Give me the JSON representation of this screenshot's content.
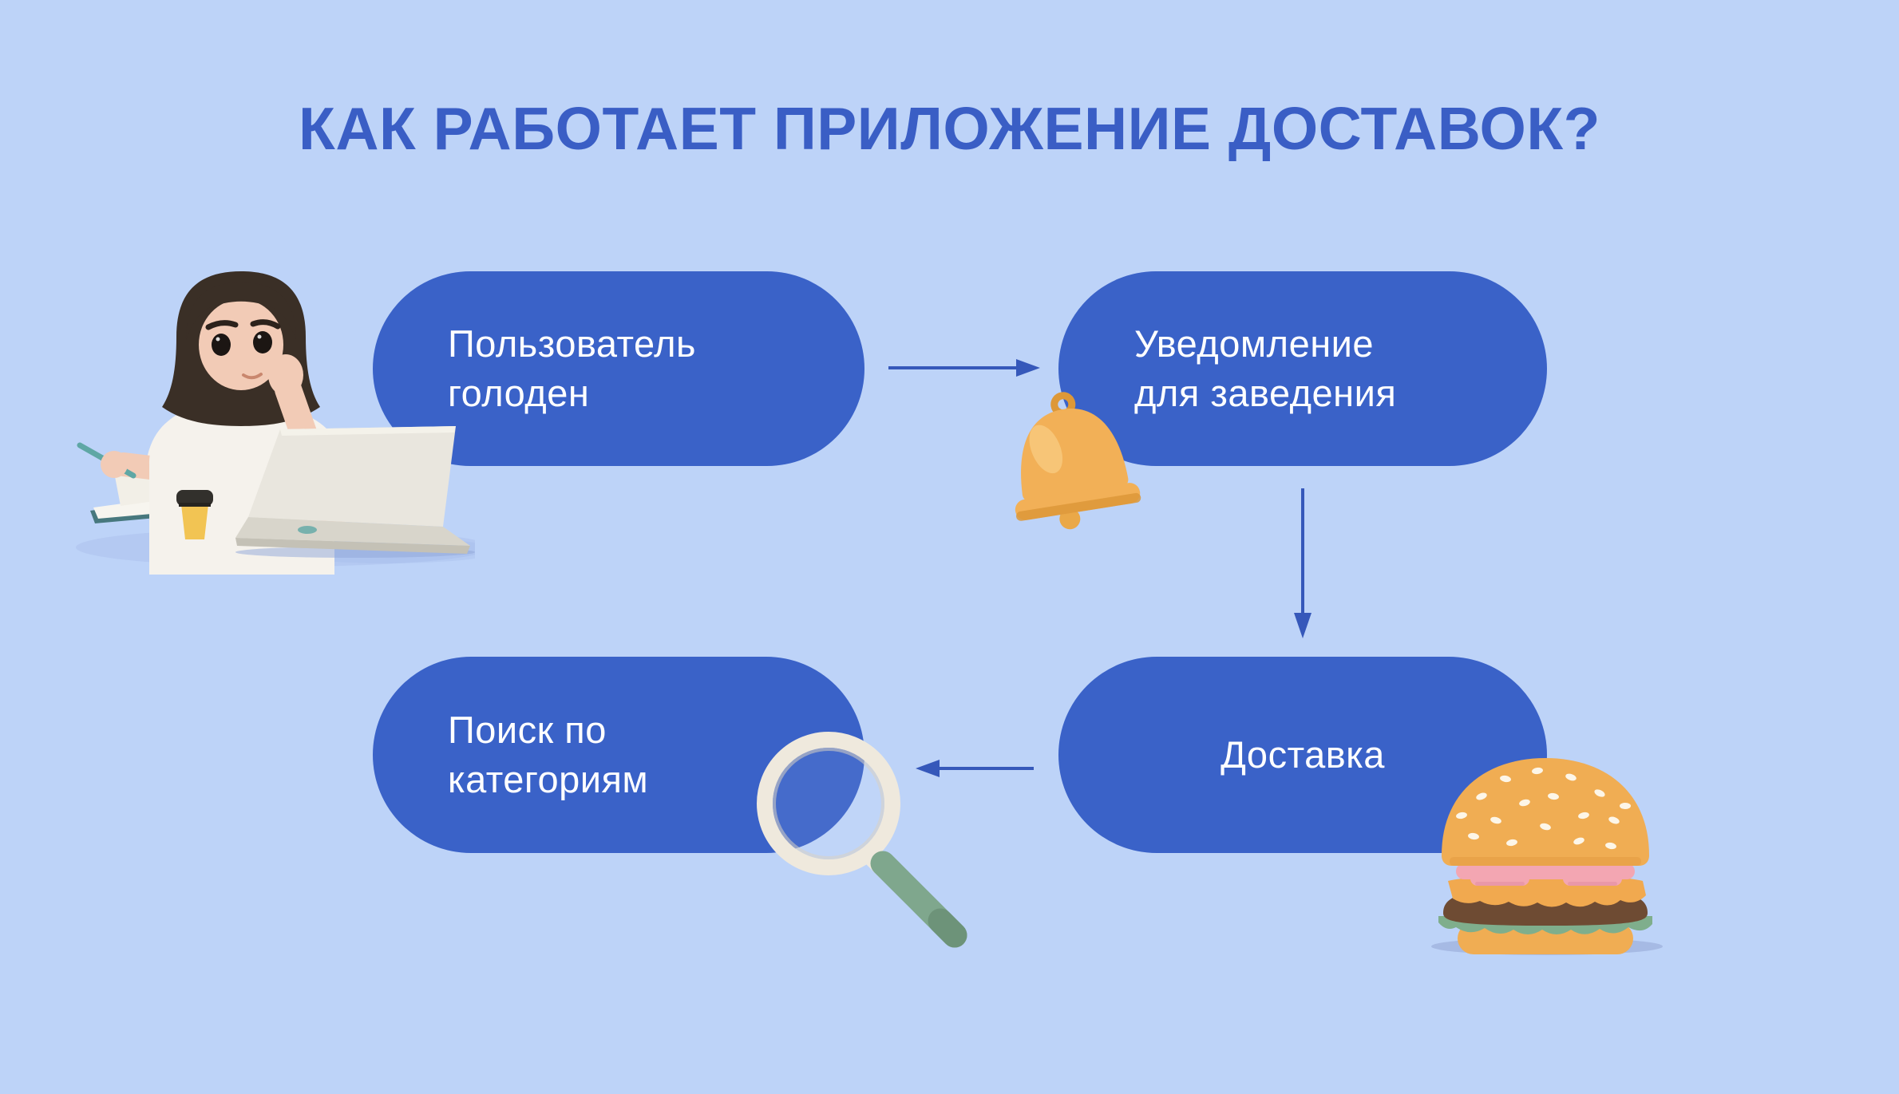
{
  "title": "КАК РАБОТАЕТ ПРИЛОЖЕНИЕ ДОСТАВОК?",
  "steps": [
    {
      "id": "user-hungry",
      "label": "Пользователь\nголоден"
    },
    {
      "id": "venue-notification",
      "label": "Уведомление\nдля заведения"
    },
    {
      "id": "category-search",
      "label": "Поиск по\nкатегориям"
    },
    {
      "id": "delivery",
      "label": "Доставка"
    }
  ],
  "icons": [
    "person-laptop-illustration",
    "bell-icon",
    "magnifier-icon",
    "burger-icon",
    "arrow-right-icon",
    "arrow-down-icon",
    "arrow-left-icon"
  ],
  "colors": {
    "bg": "#bdd3f8",
    "node_blue": "#3a62c8",
    "title_blue": "#3a5ec5",
    "arrow_blue": "#3658ba",
    "text_white": "#ffffff",
    "bell_orange": "#f2b057",
    "magnifier_handle_green": "#7fa78d",
    "burger_bun": "#f0ad53"
  }
}
